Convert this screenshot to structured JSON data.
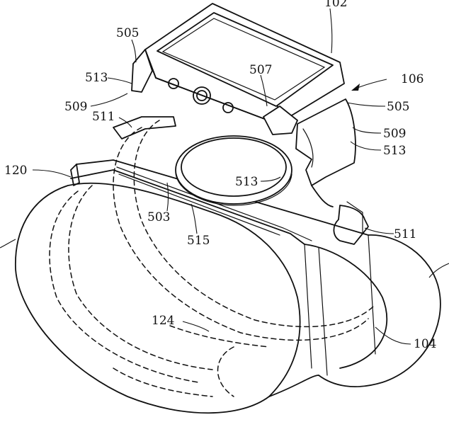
{
  "figure": {
    "labels": {
      "l102": "102",
      "l104": "104",
      "l106": "106",
      "l120": "120",
      "l124": "124",
      "l503": "503",
      "l505a": "505",
      "l505b": "505",
      "l507": "507",
      "l509a": "509",
      "l509b": "509",
      "l511a": "511",
      "l511b": "511",
      "l513a": "513",
      "l513b": "513",
      "l513c": "513",
      "l515": "515"
    }
  }
}
